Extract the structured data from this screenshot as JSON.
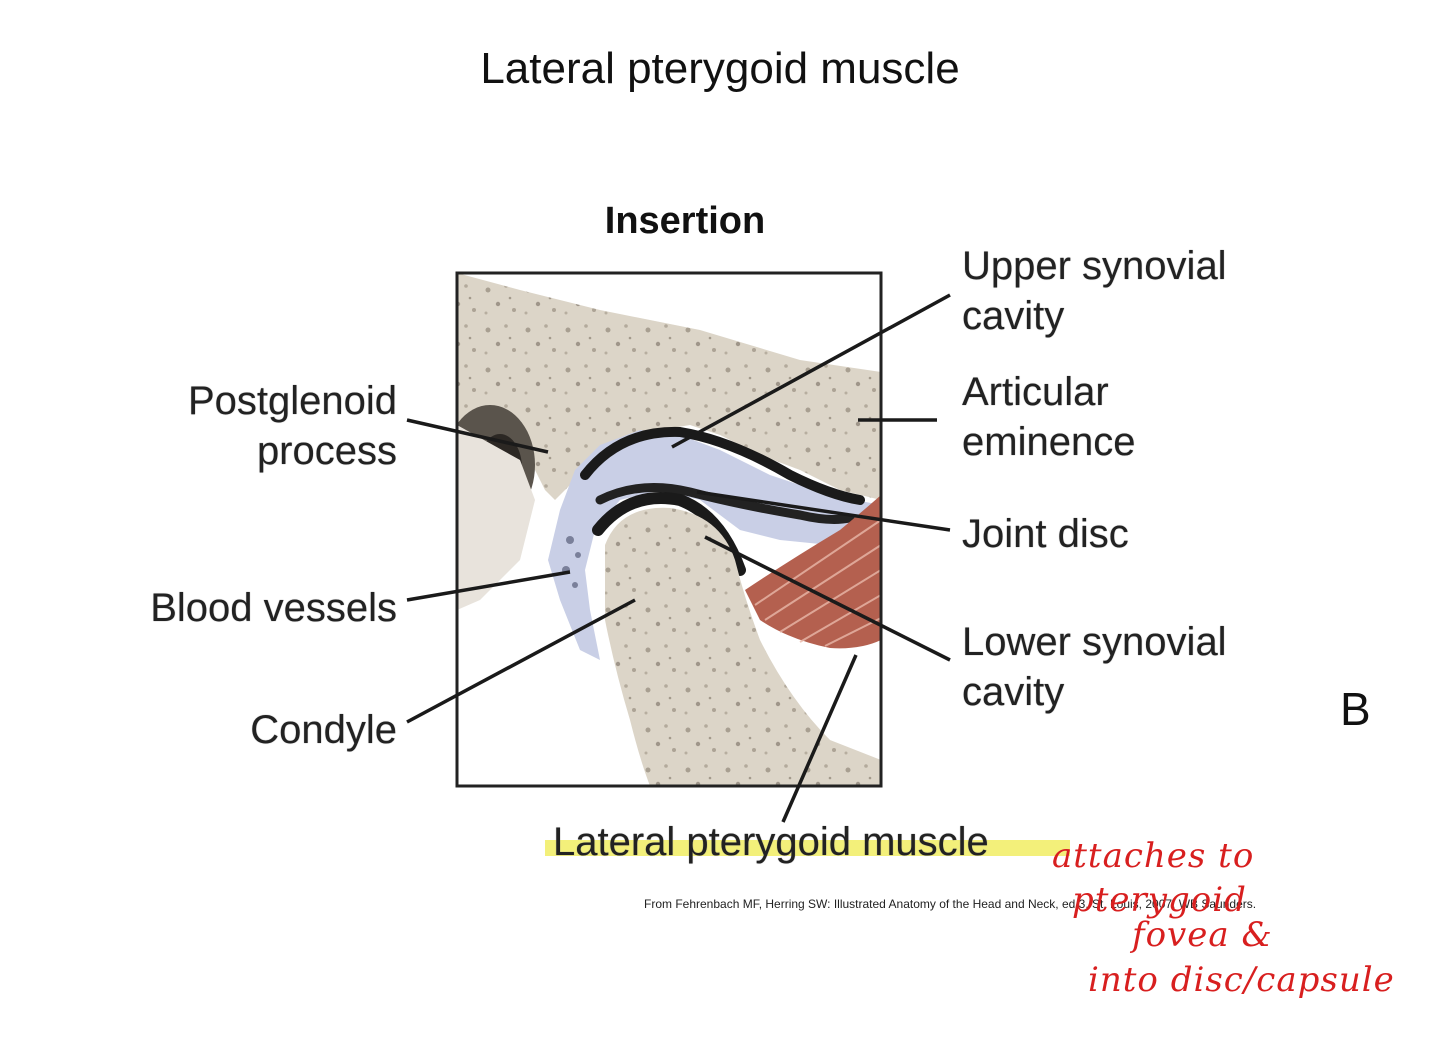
{
  "title": "Lateral pterygoid muscle",
  "insertion_heading": "Insertion",
  "labels": {
    "postglenoid_1": "Postglenoid",
    "postglenoid_2": "process",
    "blood_vessels": "Blood vessels",
    "condyle": "Condyle",
    "upper_synovial_1": "Upper synovial",
    "upper_synovial_2": "cavity",
    "articular_1": "Articular",
    "articular_2": "eminence",
    "joint_disc": "Joint disc",
    "lower_synovial_1": "Lower synovial",
    "lower_synovial_2": "cavity",
    "lateral_pterygoid": "Lateral pterygoid muscle"
  },
  "panel_letter": "B",
  "citation": "From Fehrenbach MF, Herring SW: Illustrated Anatomy of the Head and Neck, ed 3, St. Louis, 2007, WB Saunders.",
  "handwritten_notes": {
    "line1": "attaches to",
    "line2": "pterygoid",
    "line3": "fovea &",
    "line4": "into disc/capsule"
  },
  "colors": {
    "bone": "#d9d2c6",
    "disc": "#c9cfe6",
    "muscle": "#b4604f",
    "highlight": "#f3f07a",
    "annotation": "#d81f1f"
  }
}
